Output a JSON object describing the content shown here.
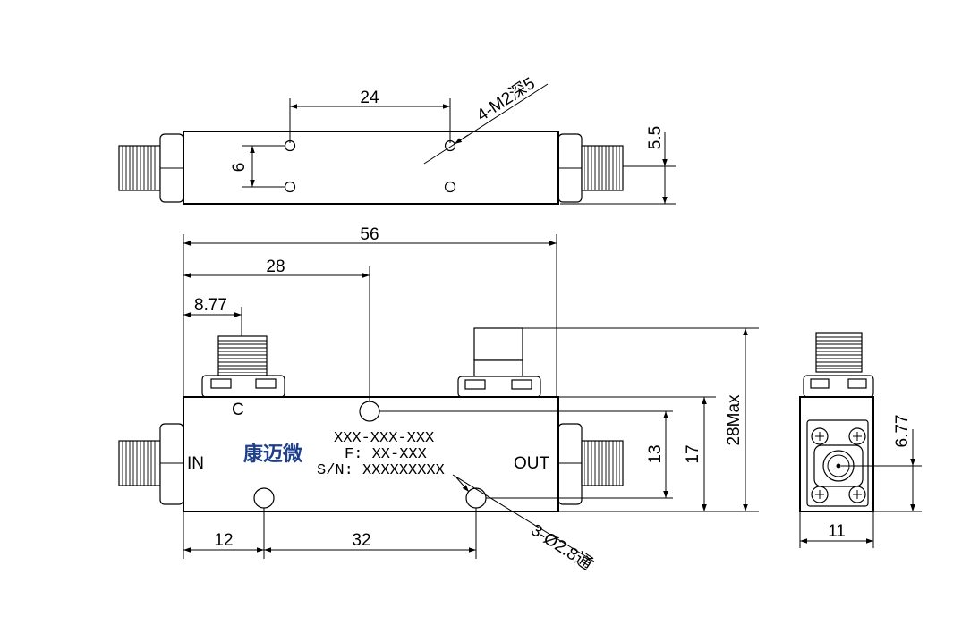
{
  "top_view": {
    "dim_holes_spacing": "24",
    "dim_hole_offset": "6",
    "dim_height_offset": "5.5",
    "thread_callout": "4-M2深5"
  },
  "front_view": {
    "dim_overall_length": "56",
    "dim_coupler_position": "28",
    "dim_connector_offset": "8.77",
    "dim_hole_left": "12",
    "dim_hole_spacing": "32",
    "dim_13": "13",
    "dim_17": "17",
    "dim_max_height": "28Max",
    "hole_callout": "3-Ø2.8通",
    "port_in": "IN",
    "port_out": "OUT",
    "port_coupled": "C",
    "logo_text": "康迈微",
    "marking_model": "XXX-XXX-XXX",
    "marking_freq": "F: XX-XXX",
    "marking_sn": "S/N: XXXXXXXXX"
  },
  "side_view": {
    "dim_width": "11",
    "dim_connector_center": "6.77"
  }
}
